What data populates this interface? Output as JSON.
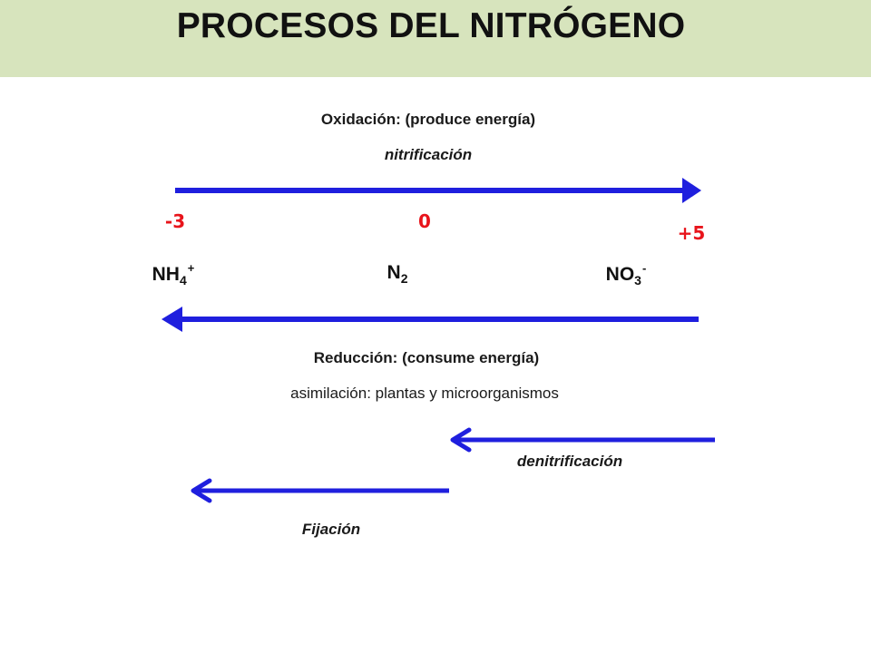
{
  "header": {
    "title": "PROCESOS DEL NITRÓGENO"
  },
  "oxidation": {
    "label": "Oxidación: (produce energía)",
    "process": "nitrificación"
  },
  "oxidation_states": {
    "ammonium": "-3",
    "nitrogen": "0",
    "nitrate": "+5"
  },
  "species": {
    "ammonium": {
      "base": "NH",
      "sub": "4",
      "sup": "+"
    },
    "nitrogen": {
      "base": "N",
      "sub": "2"
    },
    "nitrate": {
      "base": "NO",
      "sub": "3",
      "sup": "-"
    }
  },
  "reduction": {
    "label": "Reducción: (consume energía)",
    "process": "asimilación: plantas y microorganismos"
  },
  "denitrification": {
    "label": "denitrificación"
  },
  "fixation": {
    "label": "Fijación"
  },
  "colors": {
    "band": "#d7e4bd",
    "arrow": "#1f1fde",
    "oxidation_state": "#e8141b"
  }
}
